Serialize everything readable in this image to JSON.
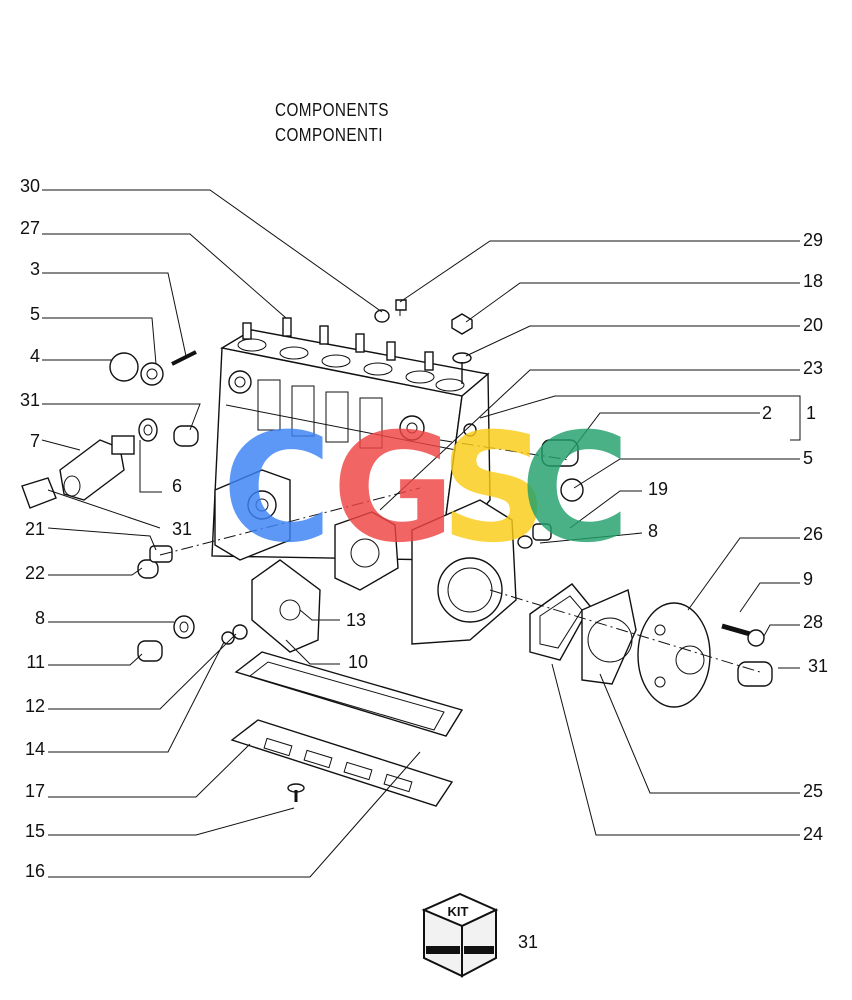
{
  "title": {
    "line1": "COMPONENTS",
    "line2": "COMPONENTI"
  },
  "watermark": {
    "letters": [
      "C",
      "G",
      "S",
      "C"
    ],
    "colors": [
      "#3b82f6",
      "#ef4444",
      "#facc15",
      "#22a06b"
    ]
  },
  "callouts_left": [
    "30",
    "27",
    "3",
    "5",
    "4",
    "31",
    "7",
    "6",
    "21",
    "31",
    "22",
    "8",
    "11",
    "12",
    "14",
    "17",
    "15",
    "16"
  ],
  "callouts_right": [
    "29",
    "18",
    "20",
    "23",
    "2",
    "1",
    "5",
    "19",
    "8",
    "26",
    "9",
    "28",
    "31",
    "25",
    "24"
  ],
  "callouts_inner": [
    "13",
    "10"
  ],
  "kit": {
    "badge": "KIT",
    "part_number": "31"
  }
}
